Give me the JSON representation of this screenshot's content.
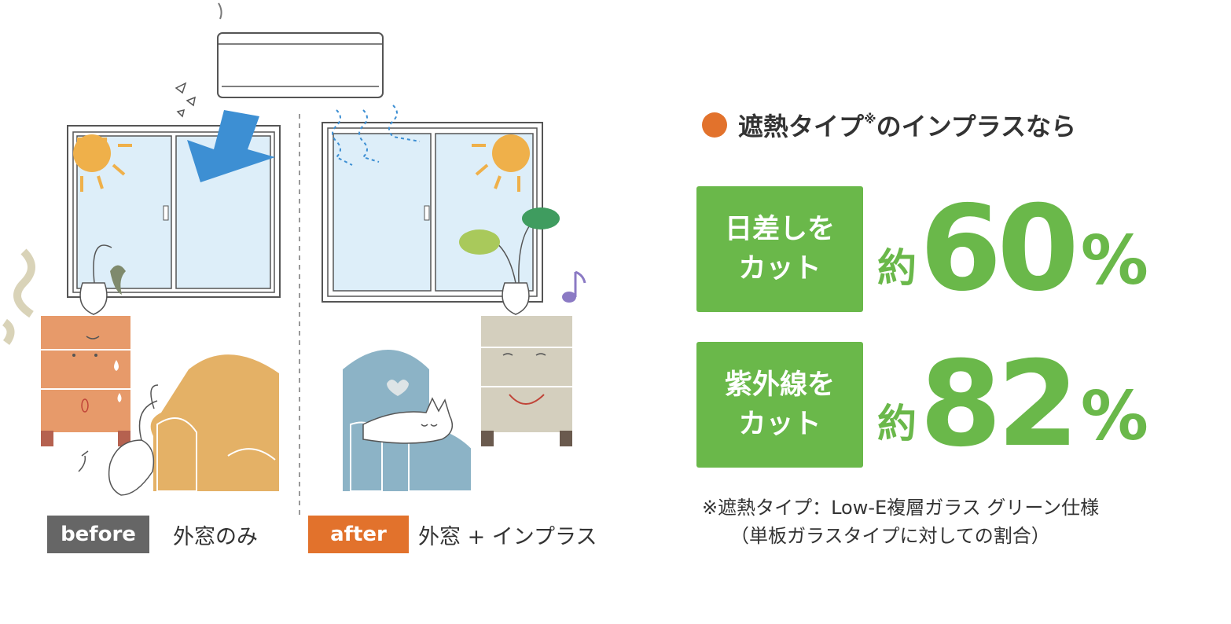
{
  "colors": {
    "green": "#6ab84a",
    "orange": "#e2722c",
    "gray_tag": "#666666",
    "glass": "#ddeef9",
    "blue_arrow": "#3d8fd3",
    "sun": "#efb04a"
  },
  "captions": {
    "before": {
      "tag": "before",
      "text": "外窓のみ"
    },
    "after": {
      "tag": "after",
      "text": "外窓 + インプラス"
    }
  },
  "heading": {
    "main": "遮熱タイプ",
    "mark": "※",
    "suffix": "のインプラスなら"
  },
  "stats": [
    {
      "line1": "日差しを",
      "line2": "カット",
      "prefix": "約",
      "value": "60",
      "unit": "%"
    },
    {
      "line1": "紫外線を",
      "line2": "カット",
      "prefix": "約",
      "value": "82",
      "unit": "%"
    }
  ],
  "note": {
    "line1": "※遮熱タイプ：Low-E複層ガラス グリーン仕様",
    "line2": "（単板ガラスタイプに対しての割合）"
  },
  "icons": [
    "air-conditioner-icon",
    "sun-icon",
    "window-icon",
    "cold-air-arrow-icon",
    "music-note-icon",
    "cat-icon",
    "sofa-icon",
    "cabinet-icon",
    "vase-icon",
    "heart-icon"
  ]
}
